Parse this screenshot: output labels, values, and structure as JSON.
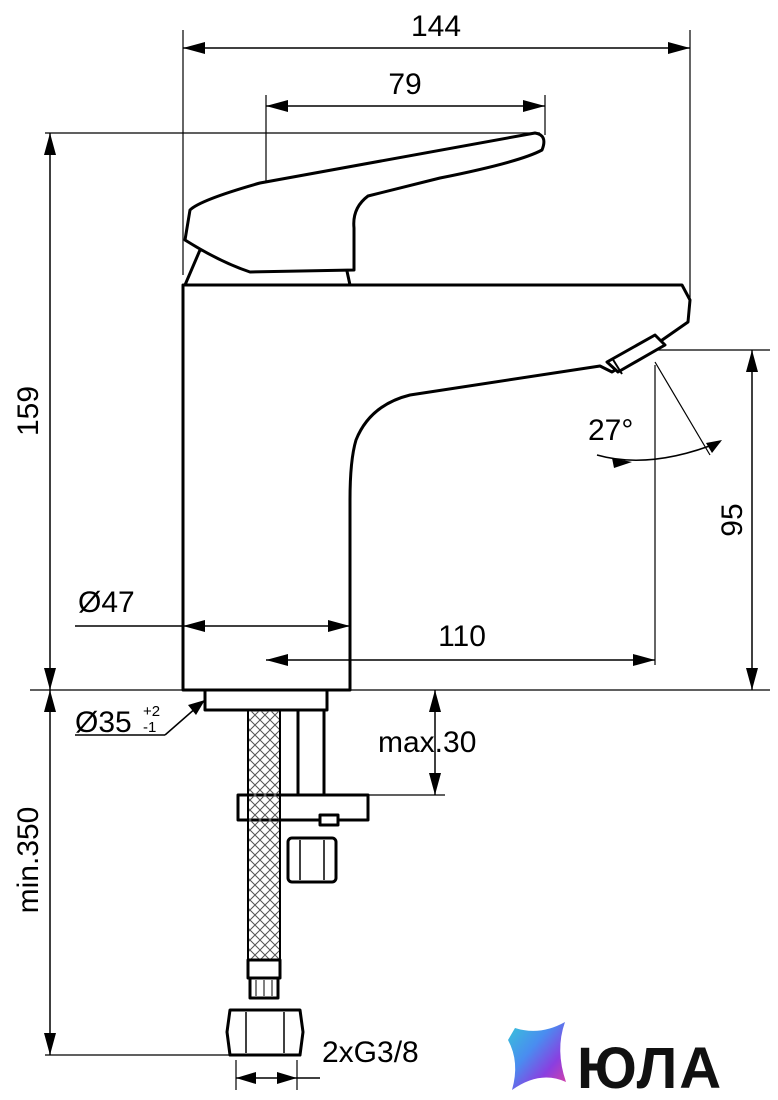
{
  "dimensions": {
    "overall_width": "144",
    "handle_length": "79",
    "total_height": "159",
    "spout_height": "95",
    "body_diameter": "Ø47",
    "spout_reach": "110",
    "base_diameter": "Ø35",
    "tol_plus": "+2",
    "tol_minus": "-1",
    "spray_angle": "27°",
    "max_deck_thickness": "max.30",
    "min_hose_length": "min.350",
    "connection_thread": "2xG3/8"
  },
  "brand": {
    "name": "ЮЛА",
    "colors": [
      "#4a8cf0",
      "#8a3fe0",
      "#e040a0",
      "#36c6d8"
    ]
  },
  "icons": {
    "logo": "star-shaped-logo-icon"
  }
}
